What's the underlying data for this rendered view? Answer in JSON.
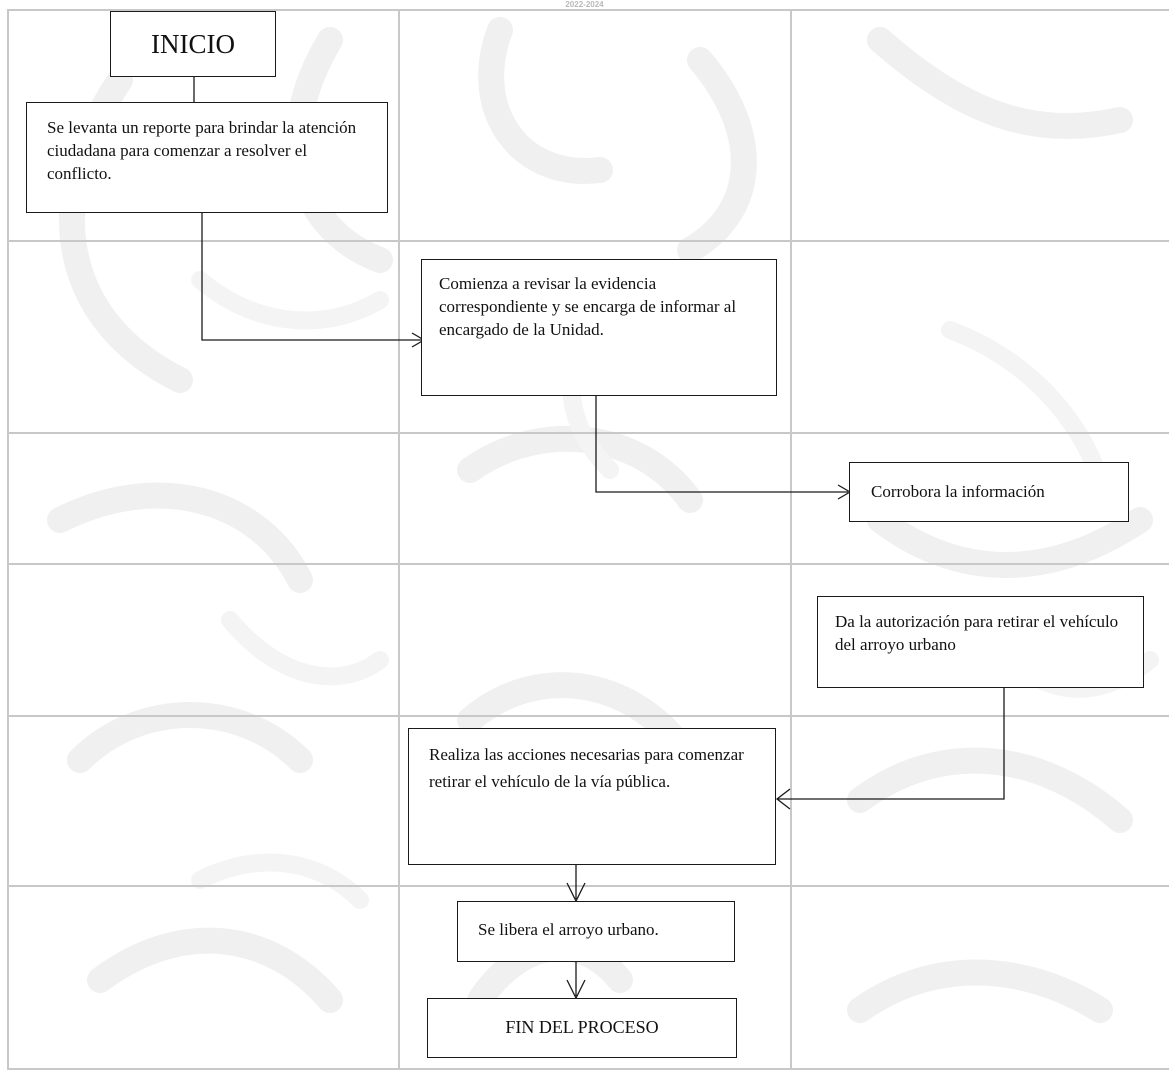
{
  "header": {
    "period": "2022-2024"
  },
  "flow": {
    "start": "INICIO",
    "steps": [
      "Se levanta un reporte para brindar la atención ciudadana para comenzar a resolver el conflicto.",
      "Comienza a revisar la evidencia correspondiente y se encarga de informar al encargado  de la Unidad.",
      "Corrobora la información",
      "Da la  autorización para  retirar el vehículo del arroyo urbano",
      "Realiza las acciones necesarias para comenzar retirar el  vehículo de la vía pública.",
      "Se libera el arroyo urbano."
    ],
    "end": "FIN DEL PROCESO"
  },
  "colors": {
    "grid": "#c8c8c8",
    "box_border": "#1a1a1a",
    "background_pattern": "#f1f1f1"
  }
}
